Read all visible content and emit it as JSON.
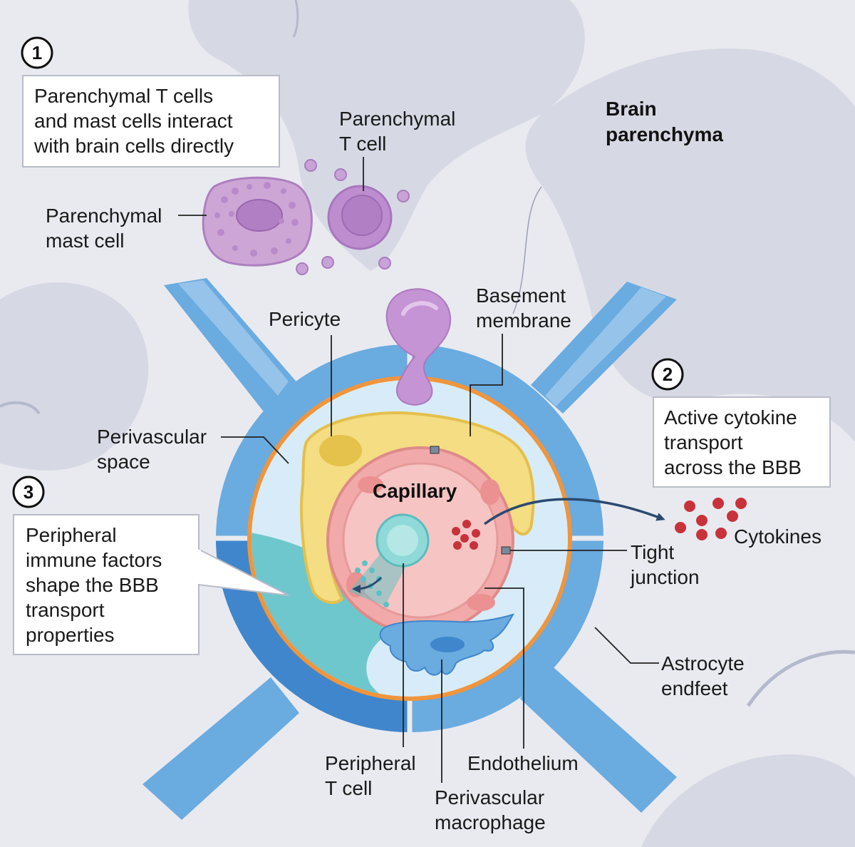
{
  "colors": {
    "background": "#e9eaf0",
    "parenchyma_fold": "#d6d9e4",
    "astrocyte": "#6aabe0",
    "astrocyte_dark": "#3f86cc",
    "perivascular_space": "#d7ecf8",
    "basement_membrane": "#f0953c",
    "pericyte": "#f4dd82",
    "endothelium": "#f2a9a9",
    "capillary_lumen": "#f7b8b8",
    "mast_cell": "#cda6d6",
    "t_cell": "#bd8dd0",
    "peripheral_t_cell": "#8fd9d8",
    "immune_zone": "#5cc1c4",
    "cytokine": "#c7323b",
    "arrow": "#2c4a6e"
  },
  "labels": {
    "brain_parenchyma": [
      "Brain",
      "parenchyma"
    ],
    "parenchymal_t_cell": [
      "Parenchymal",
      "T cell"
    ],
    "parenchymal_mast_cell": [
      "Parenchymal",
      "mast cell"
    ],
    "pericyte": "Pericyte",
    "basement_membrane": [
      "Basement",
      "membrane"
    ],
    "perivascular_space": [
      "Perivascular",
      "space"
    ],
    "capillary": "Capillary",
    "cytokines": "Cytokines",
    "tight_junction": [
      "Tight",
      "junction"
    ],
    "astrocyte_endfeet": [
      "Astrocyte",
      "endfeet"
    ],
    "endothelium": "Endothelium",
    "peripheral_t_cell": [
      "Peripheral",
      "T cell"
    ],
    "perivascular_macrophage": [
      "Perivascular",
      "macrophage"
    ]
  },
  "callouts": [
    {
      "number": "1",
      "lines": [
        "Parenchymal T cells",
        "and mast cells interact",
        "with brain cells directly"
      ]
    },
    {
      "number": "2",
      "lines": [
        "Active cytokine",
        "transport",
        "across the BBB"
      ]
    },
    {
      "number": "3",
      "lines": [
        "Peripheral",
        "immune factors",
        "shape the BBB",
        "transport",
        "properties"
      ]
    }
  ]
}
